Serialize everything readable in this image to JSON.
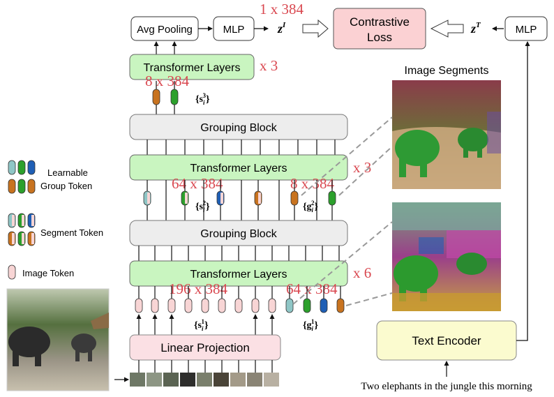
{
  "boxes": {
    "avg_pooling": "Avg Pooling",
    "mlp_image": "MLP",
    "contrastive_line1": "Contrastive",
    "contrastive_line2": "Loss",
    "mlp_text": "MLP",
    "transformer_top": "Transformer Layers",
    "grouping_1": "Grouping Block",
    "transformer_mid": "Transformer Layers",
    "grouping_2": "Grouping Block",
    "transformer_bottom": "Transformer Layers",
    "linear_projection": "Linear Projection",
    "text_encoder": "Text Encoder"
  },
  "labels": {
    "z_image": "z",
    "z_image_sup": "I",
    "z_text": "z",
    "z_text_sup": "T",
    "dim_1x384": "1 x 384",
    "dim_8x384_top": "8 x 384",
    "dim_64x384_a": "64 x 384",
    "dim_8x384_mid": "8 x 384",
    "dim_196x384": "196 x 384",
    "dim_64x384_b": "64 x 384",
    "rep_x3_top": "x 3",
    "rep_x3_mid": "x 3",
    "rep_x6": "x 6",
    "s_i": "s",
    "g_i": "g",
    "sub_i": "i",
    "sup_1": "1",
    "sup_2": "2",
    "sup_3": "3",
    "lbrace": "{",
    "rbrace": "}",
    "image_segments": "Image Segments",
    "caption": "Two elephants in the jungle this morning"
  },
  "legend": {
    "learnable_line1": "Learnable",
    "learnable_line2": "Group Token",
    "segment_token": "Segment Token",
    "image_token": "Image Token"
  },
  "colors": {
    "teal": "#8fc6c6",
    "green": "#2ca02c",
    "blue": "#1f5fb5",
    "orange": "#c8731f",
    "pink_token": "#f8d5d5",
    "green_box": "#c9f5c0",
    "gray_box": "#ededed",
    "pink_box": "#fbe0e4",
    "yellow_box": "#fbfbcf",
    "loss_box": "#fbd1d3",
    "annotation_red": "#d9474f"
  }
}
